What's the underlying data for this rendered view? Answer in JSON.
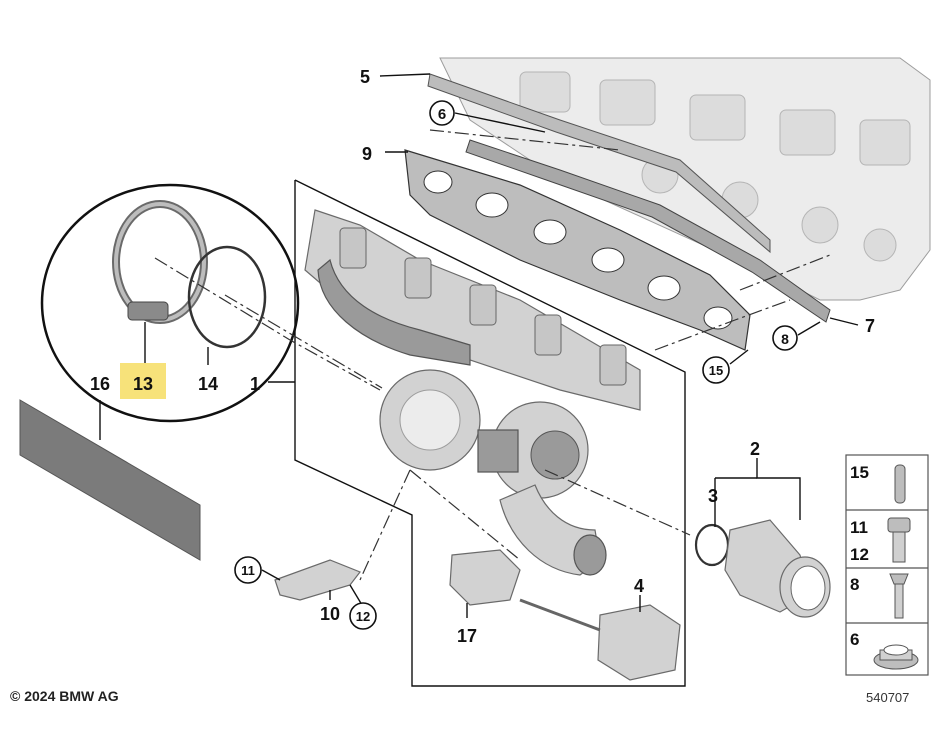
{
  "callouts": {
    "c1": "1",
    "c2": "2",
    "c3": "3",
    "c4": "4",
    "c5": "5",
    "c6": "6",
    "c7": "7",
    "c8": "8",
    "c9": "9",
    "c10": "10",
    "c11": "11",
    "c12": "12",
    "c13": "13",
    "c14": "14",
    "c15": "15",
    "c16": "16",
    "c17": "17"
  },
  "legend": {
    "l15": "15",
    "l11": "11",
    "l12": "12",
    "l8": "8",
    "l6": "6"
  },
  "highlight_color": "#f7e27a",
  "footer": {
    "copyright": "© 2024 BMW AG",
    "diagram_id": "540707"
  }
}
